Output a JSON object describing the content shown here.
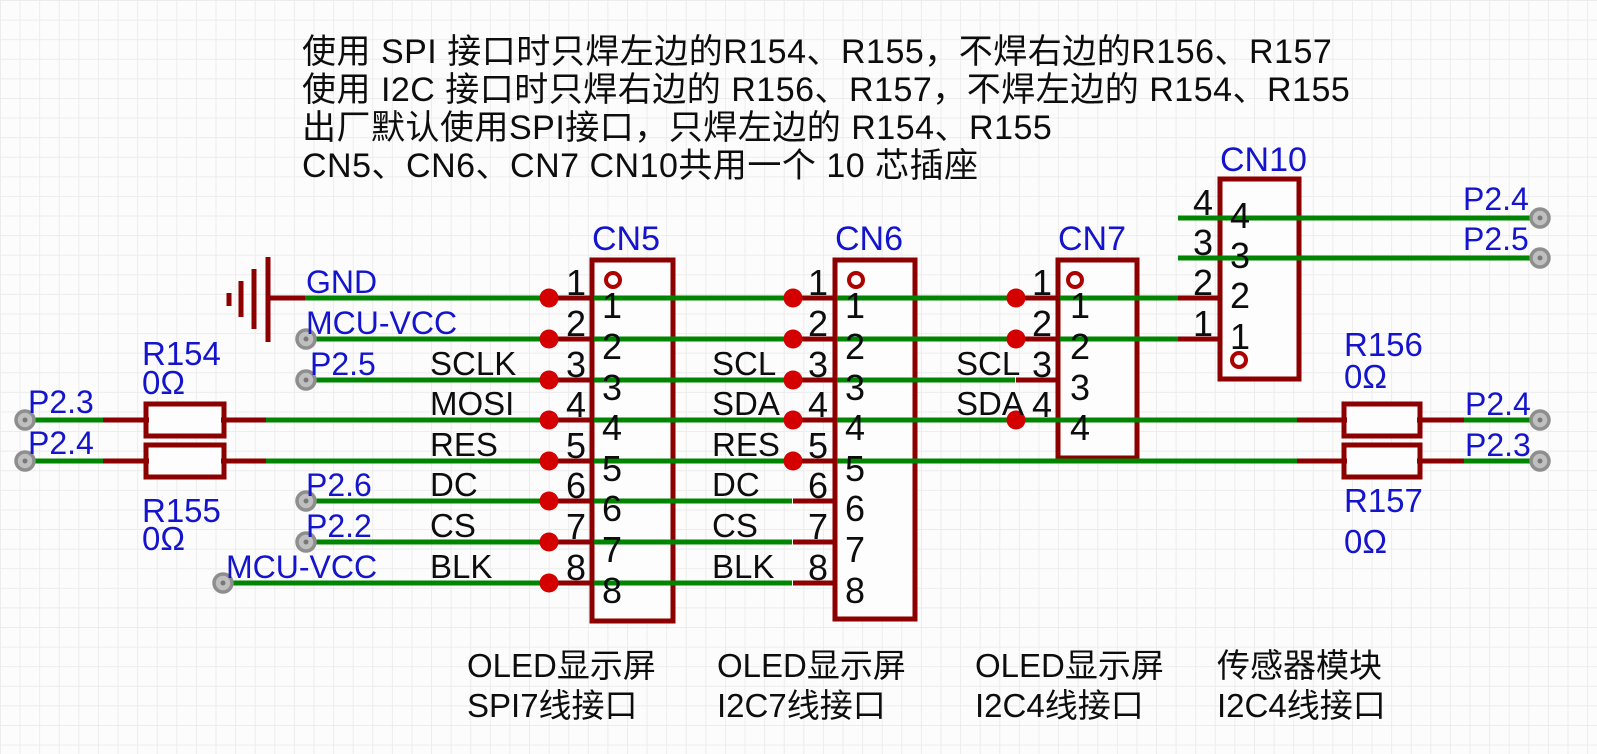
{
  "annotations": [
    "使用 SPI 接口时只焊左边的R154、R155，不焊右边的R156、R157",
    "使用 I2C 接口时只焊右边的 R156、R157，不焊左边的 R154、R155",
    "出厂默认使用SPI接口，只焊左边的 R154、R155",
    "CN5、CN6、CN7 CN10共用一个 10 芯插座"
  ],
  "connectors": [
    {
      "ref": "CN5",
      "caption": [
        "OLED显示屏",
        "SPI7线接口"
      ],
      "pins": [
        {
          "num": "1",
          "net": "GND"
        },
        {
          "num": "2",
          "net": "MCU-VCC"
        },
        {
          "num": "3",
          "net": "P2.5",
          "func": "SCLK"
        },
        {
          "num": "4",
          "func": "MOSI"
        },
        {
          "num": "5",
          "func": "RES"
        },
        {
          "num": "6",
          "net": "P2.6",
          "func": "DC"
        },
        {
          "num": "7",
          "net": "P2.2",
          "func": "CS"
        },
        {
          "num": "8",
          "net": "MCU-VCC",
          "func": "BLK"
        }
      ]
    },
    {
      "ref": "CN6",
      "caption": [
        "OLED显示屏",
        "I2C7线接口"
      ],
      "pins": [
        {
          "num": "1"
        },
        {
          "num": "2"
        },
        {
          "num": "3",
          "func": "SCL"
        },
        {
          "num": "4",
          "func": "SDA"
        },
        {
          "num": "5",
          "func": "RES"
        },
        {
          "num": "6",
          "func": "DC"
        },
        {
          "num": "7",
          "func": "CS"
        },
        {
          "num": "8",
          "func": "BLK"
        }
      ]
    },
    {
      "ref": "CN7",
      "caption": [
        "OLED显示屏",
        "I2C4线接口"
      ],
      "pins": [
        {
          "num": "1"
        },
        {
          "num": "2"
        },
        {
          "num": "3",
          "func": "SCL"
        },
        {
          "num": "4",
          "func": "SDA"
        }
      ]
    },
    {
      "ref": "CN10",
      "caption": [
        "传感器模块",
        "I2C4线接口"
      ],
      "pins": [
        {
          "num": "4",
          "net": "P2.4"
        },
        {
          "num": "3",
          "net": "P2.5"
        },
        {
          "num": "2"
        },
        {
          "num": "1"
        }
      ]
    }
  ],
  "resistors": [
    {
      "ref": "R154",
      "value": "0Ω",
      "left_net": "P2.3"
    },
    {
      "ref": "R155",
      "value": "0Ω",
      "left_net": "P2.4"
    },
    {
      "ref": "R156",
      "value": "0Ω",
      "right_net": "P2.4"
    },
    {
      "ref": "R157",
      "value": "0Ω",
      "right_net": "P2.3"
    }
  ],
  "gnd_symbol": {
    "net": "GND"
  },
  "colors": {
    "wire": "#008500",
    "outline": "#8C0000",
    "junction": "#D40000",
    "pin1_ring": "#AF0000",
    "net_label": "#1414CC",
    "text": "#0D0D0D",
    "pad_fill": "#BFBFBF",
    "pad_ring": "#8E8E8E",
    "pad_hole": "#787878",
    "background": "#FCFCFC",
    "grid": "#ECECEC"
  }
}
